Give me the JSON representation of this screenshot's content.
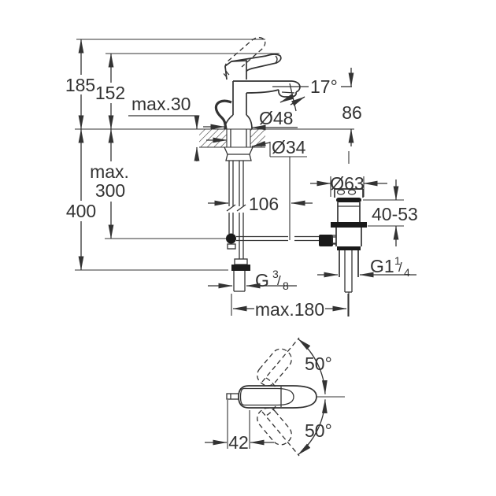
{
  "page": {
    "background": "#ffffff"
  },
  "drawing": {
    "type": "technical-dimension-drawing",
    "subject": "single-lever basin mixer with pop-up waste, front and top views",
    "colors": {
      "line": "#333333",
      "text": "#333333",
      "fill_dark": "#1a1a1a",
      "background": "#ffffff"
    },
    "front_view": {
      "height_total": "185",
      "height_lever": "152",
      "deck_thickness": "max.30",
      "spout_angle": "17°",
      "spout_height": "86",
      "base_diameter": "Ø48",
      "hole_diameter": "Ø34",
      "clearance_line1": "max.",
      "clearance_line2": "300",
      "supply_length": "400",
      "drain_offset": "106",
      "waste_flange_diameter": "Ø63",
      "clamping_range": "40-53",
      "supply_thread": {
        "prefix": "G",
        "numerator": "3",
        "slash": "/",
        "denominator": "8"
      },
      "waste_thread": {
        "prefix": "G1",
        "numerator": "1",
        "slash": "/",
        "denominator": "4"
      },
      "max_projection": "max.180"
    },
    "top_view": {
      "swivel_upper": "50°",
      "swivel_lower": "50°",
      "rod_offset": "42"
    }
  }
}
